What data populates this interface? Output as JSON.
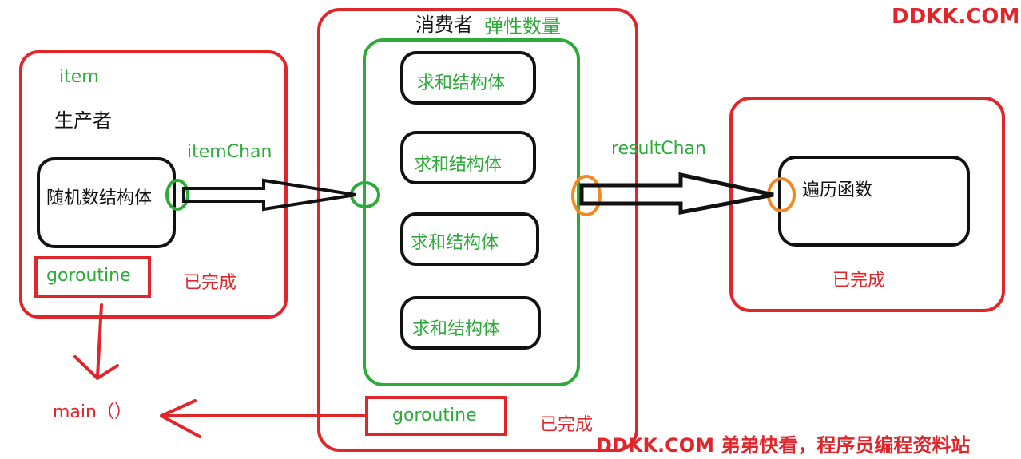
{
  "watermark_top": "DDKK.COM",
  "watermark_bottom": "DDKK.COM 弟弟快看，程序员编程资料站",
  "producer": {
    "item_label": "item",
    "title": "生产者",
    "box_label": "随机数结构体",
    "channel_label": "itemChan",
    "goroutine_label": "goroutine",
    "status": "已完成"
  },
  "consumer": {
    "title": "消费者",
    "subtitle": "弹性数量",
    "workers": [
      "求和结构体",
      "求和结构体",
      "求和结构体",
      "求和结构体"
    ],
    "goroutine_label": "goroutine",
    "status": "已完成"
  },
  "result": {
    "channel_label": "resultChan",
    "box_label": "遍历函数",
    "status": "已完成"
  },
  "main_label": "main（）",
  "colors": {
    "red": "#e0262b",
    "green": "#2eaa3b",
    "orange": "#f08a24",
    "black": "#111111"
  }
}
